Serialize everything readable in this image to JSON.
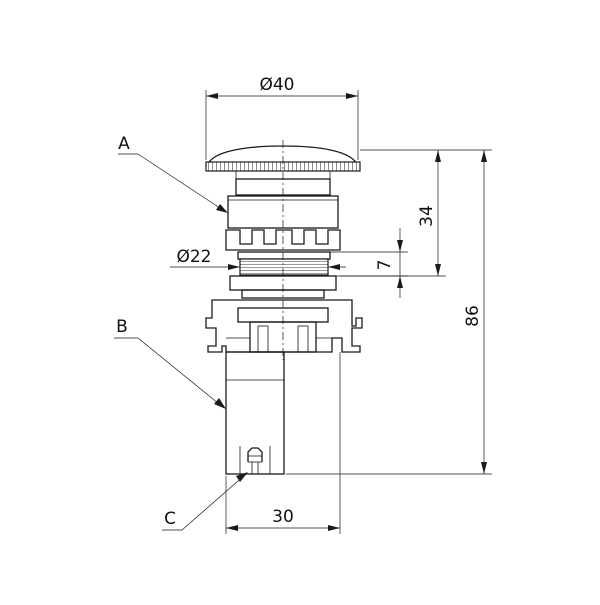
{
  "dimensions": {
    "cap_diameter": "Ø40",
    "bezel_diameter": "Ø22",
    "upper_height": "34",
    "thread_height": "7",
    "overall_height": "86",
    "body_width": "30"
  },
  "callouts": {
    "a": "A",
    "b": "B",
    "c": "C"
  },
  "colors": {
    "line": "#1a1a1a",
    "background": "#ffffff"
  }
}
